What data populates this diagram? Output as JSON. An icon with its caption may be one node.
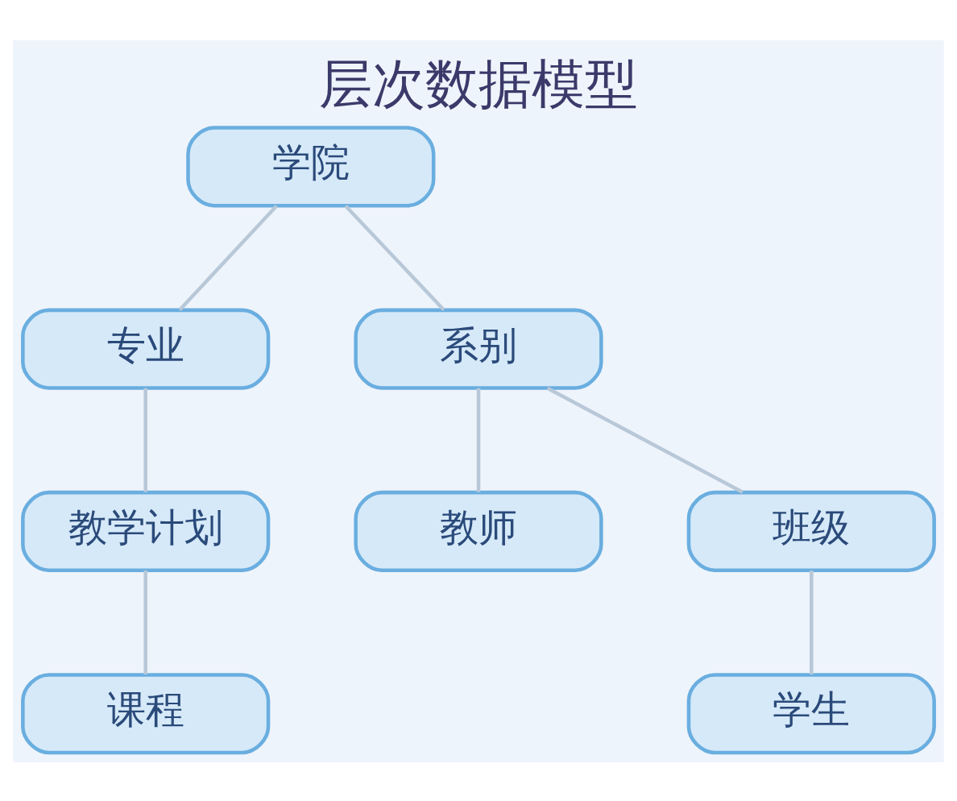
{
  "diagram": {
    "title": "层次数据模型",
    "nodes": [
      {
        "text": [
          "学院"
        ]
      },
      {
        "text": [
          "专业"
        ]
      },
      {
        "text": [
          "系别"
        ]
      },
      {
        "text": [
          "教学计划"
        ]
      },
      {
        "text": [
          "教师"
        ]
      },
      {
        "text": [
          "班级"
        ]
      },
      {
        "text": [
          "课程"
        ]
      },
      {
        "text": [
          "学生"
        ]
      }
    ],
    "edges": [
      {
        "from": 0,
        "to": 1,
        "arrow": "none"
      },
      {
        "from": 0,
        "to": 2,
        "arrow": "none"
      },
      {
        "from": 1,
        "to": 3,
        "arrow": "none"
      },
      {
        "from": 2,
        "to": 4,
        "arrow": "none"
      },
      {
        "from": 2,
        "to": 5,
        "arrow": "none"
      },
      {
        "from": 3,
        "to": 6,
        "arrow": "none"
      },
      {
        "from": 5,
        "to": 7,
        "arrow": "none"
      }
    ]
  }
}
